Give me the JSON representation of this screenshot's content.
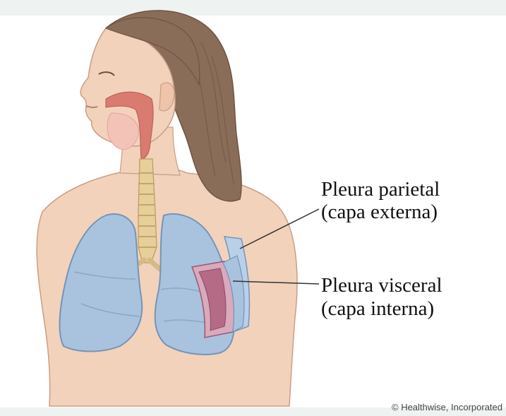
{
  "labels": {
    "parietal": {
      "line1": "Pleura parietal",
      "line2": "(capa externa)"
    },
    "visceral": {
      "line1": "Pleura visceral",
      "line2": "(capa interna)"
    }
  },
  "credit": "© Healthwise, Incorporated",
  "colors": {
    "background": "#ffffff",
    "skin": "#f2d2bb",
    "skin_shadow": "#e2b79a",
    "hair": "#8a6d58",
    "hair_dark": "#6f5442",
    "lung": "#a9c3de",
    "lung_edge": "#7494b8",
    "trachea": "#e7cf9a",
    "pleura_inner": "#b56a86",
    "pleura_layer": "#d9a9bc",
    "airway_red": "#d97b70",
    "leader_line": "#333333"
  }
}
